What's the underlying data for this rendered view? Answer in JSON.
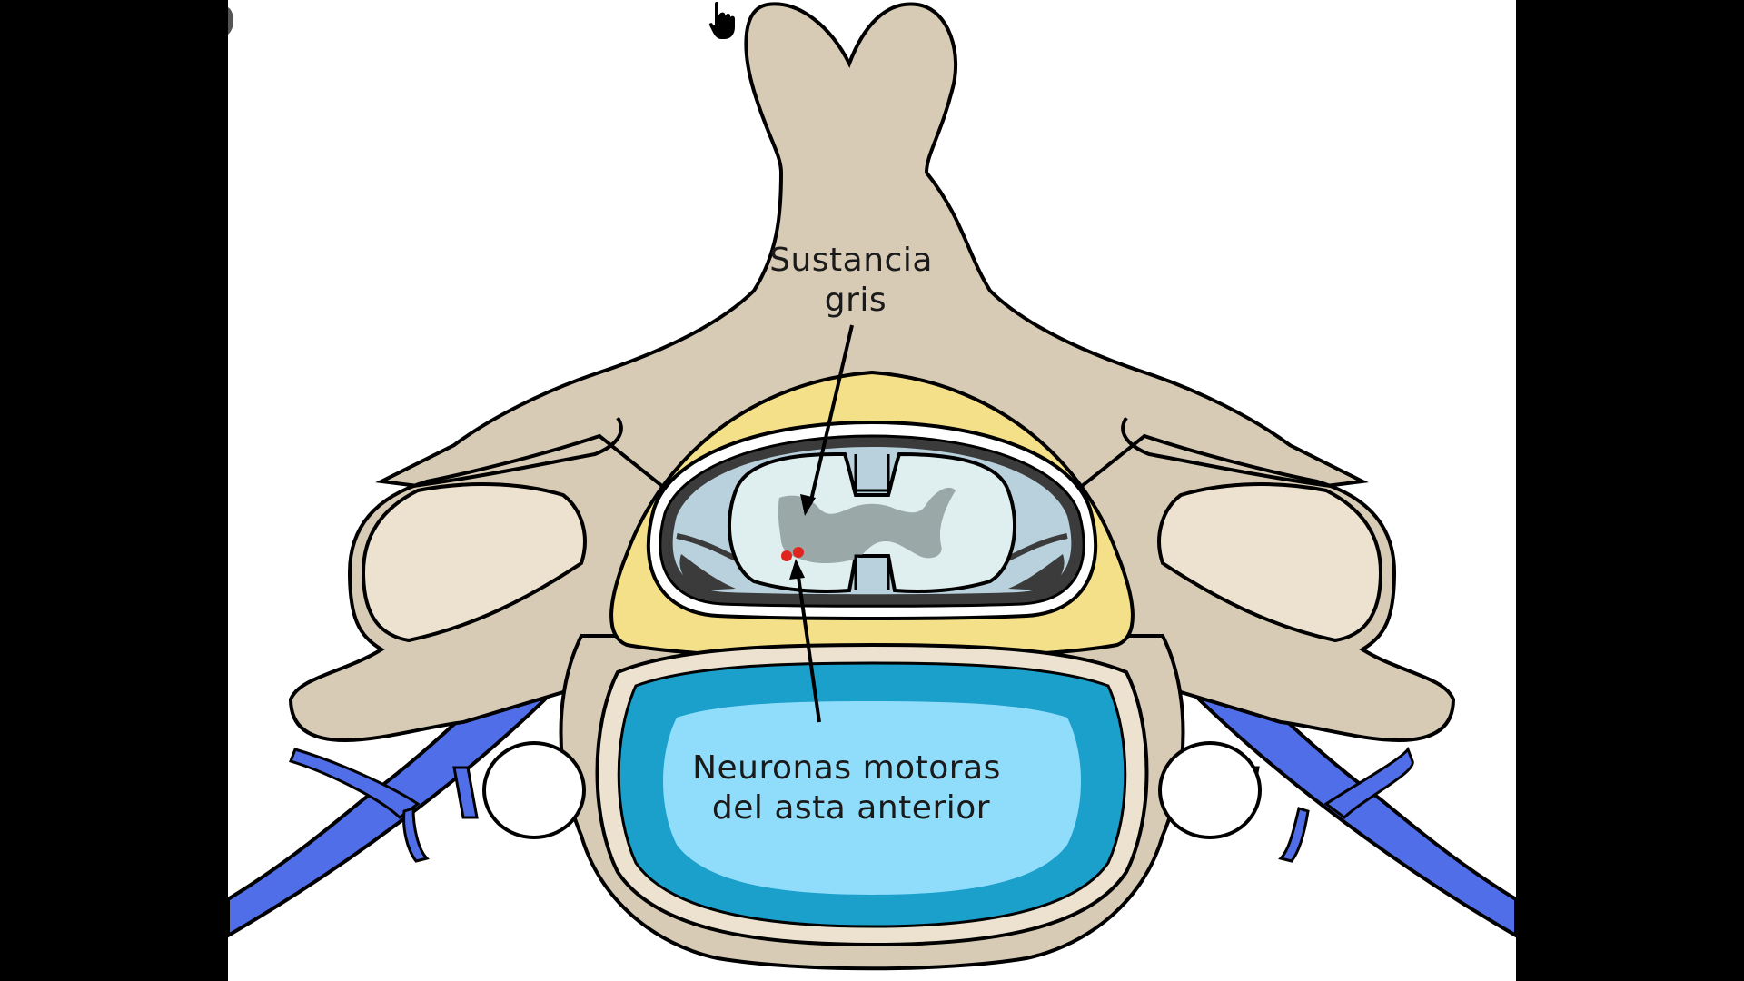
{
  "labels": {
    "gray_matter_line1": "Sustancia",
    "gray_matter_line2": "gris",
    "motor_neurons_line1": "Neuronas motoras",
    "motor_neurons_line2": "del asta anterior"
  },
  "colors": {
    "letterbox": "#000000",
    "canvas": "#ffffff",
    "bone": "#d8cbb6",
    "bone_light": "#ece2cf",
    "fat": "#f5e08a",
    "nerve": "#4f6ee8",
    "nerve_light": "#6f8cf5",
    "disc_outer": "#1b9fcb",
    "disc_inner": "#8fdcfb",
    "cord_white": "#dfeeee",
    "cord_gray": "#9aa9a8",
    "csf": "#b8d1dc",
    "dura_dark": "#3b3b3b",
    "neuron_dots": "#e0251f",
    "outline": "#000000"
  },
  "icons": {
    "cursor": "hand-pointer-icon"
  }
}
